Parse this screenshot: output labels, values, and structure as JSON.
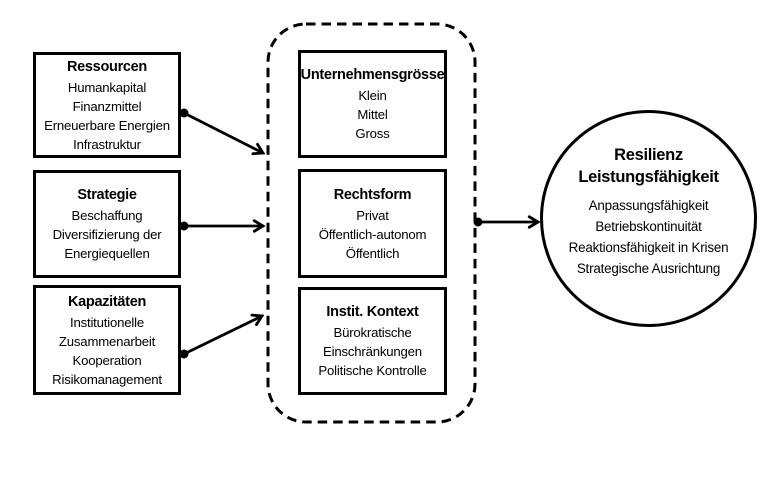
{
  "diagram": {
    "colors": {
      "stroke": "#000000",
      "background": "#ffffff"
    },
    "left_boxes": [
      {
        "title": "Ressourcen",
        "items": [
          "Humankapital",
          "Finanzmittel",
          "Erneuerbare Energien",
          "Infrastruktur"
        ]
      },
      {
        "title": "Strategie",
        "items": [
          "Beschaffung",
          "Diversifizierung der Energiequellen"
        ]
      },
      {
        "title": "Kapazitäten",
        "items": [
          "Institutionelle Zusammenarbeit",
          "Kooperation",
          "Risikomanagement"
        ]
      }
    ],
    "middle_group": {
      "boxes": [
        {
          "title": "Unternehmensgrösse",
          "items": [
            "Klein",
            "Mittel",
            "Gross"
          ]
        },
        {
          "title": "Rechtsform",
          "items": [
            "Privat",
            "Öffentlich-autonom",
            "Öffentlich"
          ]
        },
        {
          "title": "Instit. Kontext",
          "items": [
            "Bürokratische Einschränkungen",
            "Politische Kontrolle"
          ]
        }
      ]
    },
    "outcome_circle": {
      "title": "Resilienz Leistungsfähigkeit",
      "items": [
        "Anpassungsfähigkeit",
        "Betriebskontinuität",
        "Reaktionsfähigkeit in Krisen",
        "Strategische Ausrichtung"
      ]
    },
    "edges": [
      {
        "from": "ressourcen",
        "to": "middle-group"
      },
      {
        "from": "strategie",
        "to": "middle-group"
      },
      {
        "from": "kapazitaeten",
        "to": "middle-group"
      },
      {
        "from": "middle-group",
        "to": "resilienz-circle"
      }
    ]
  }
}
